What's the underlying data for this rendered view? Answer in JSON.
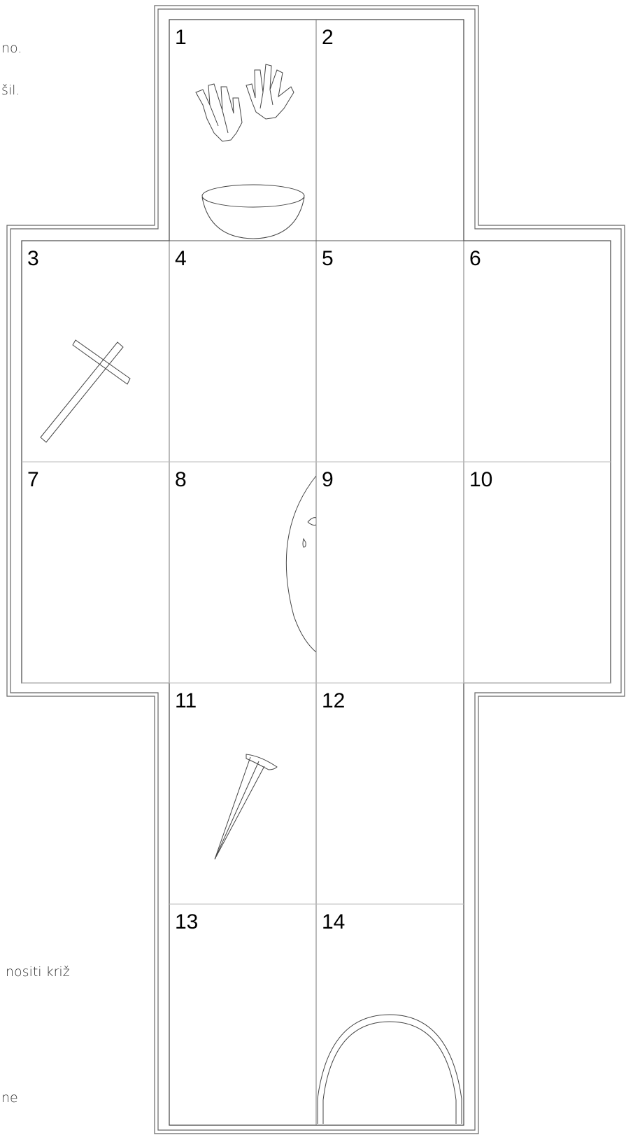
{
  "side_texts": [
    "no.",
    "šil.",
    "nositi križ",
    "ne"
  ],
  "cells": [
    {
      "number": "1",
      "icon": "hands-and-bowl-icon"
    },
    {
      "number": "2",
      "icon": ""
    },
    {
      "number": "3",
      "icon": "cross-icon"
    },
    {
      "number": "4",
      "icon": ""
    },
    {
      "number": "5",
      "icon": ""
    },
    {
      "number": "6",
      "icon": ""
    },
    {
      "number": "7",
      "icon": ""
    },
    {
      "number": "8",
      "icon": "face-with-tear-icon"
    },
    {
      "number": "9",
      "icon": ""
    },
    {
      "number": "10",
      "icon": ""
    },
    {
      "number": "11",
      "icon": "nail-icon"
    },
    {
      "number": "12",
      "icon": ""
    },
    {
      "number": "13",
      "icon": ""
    },
    {
      "number": "14",
      "icon": "tomb-arch-icon"
    }
  ],
  "colors": {
    "line": "#555555",
    "text": "#000000"
  }
}
